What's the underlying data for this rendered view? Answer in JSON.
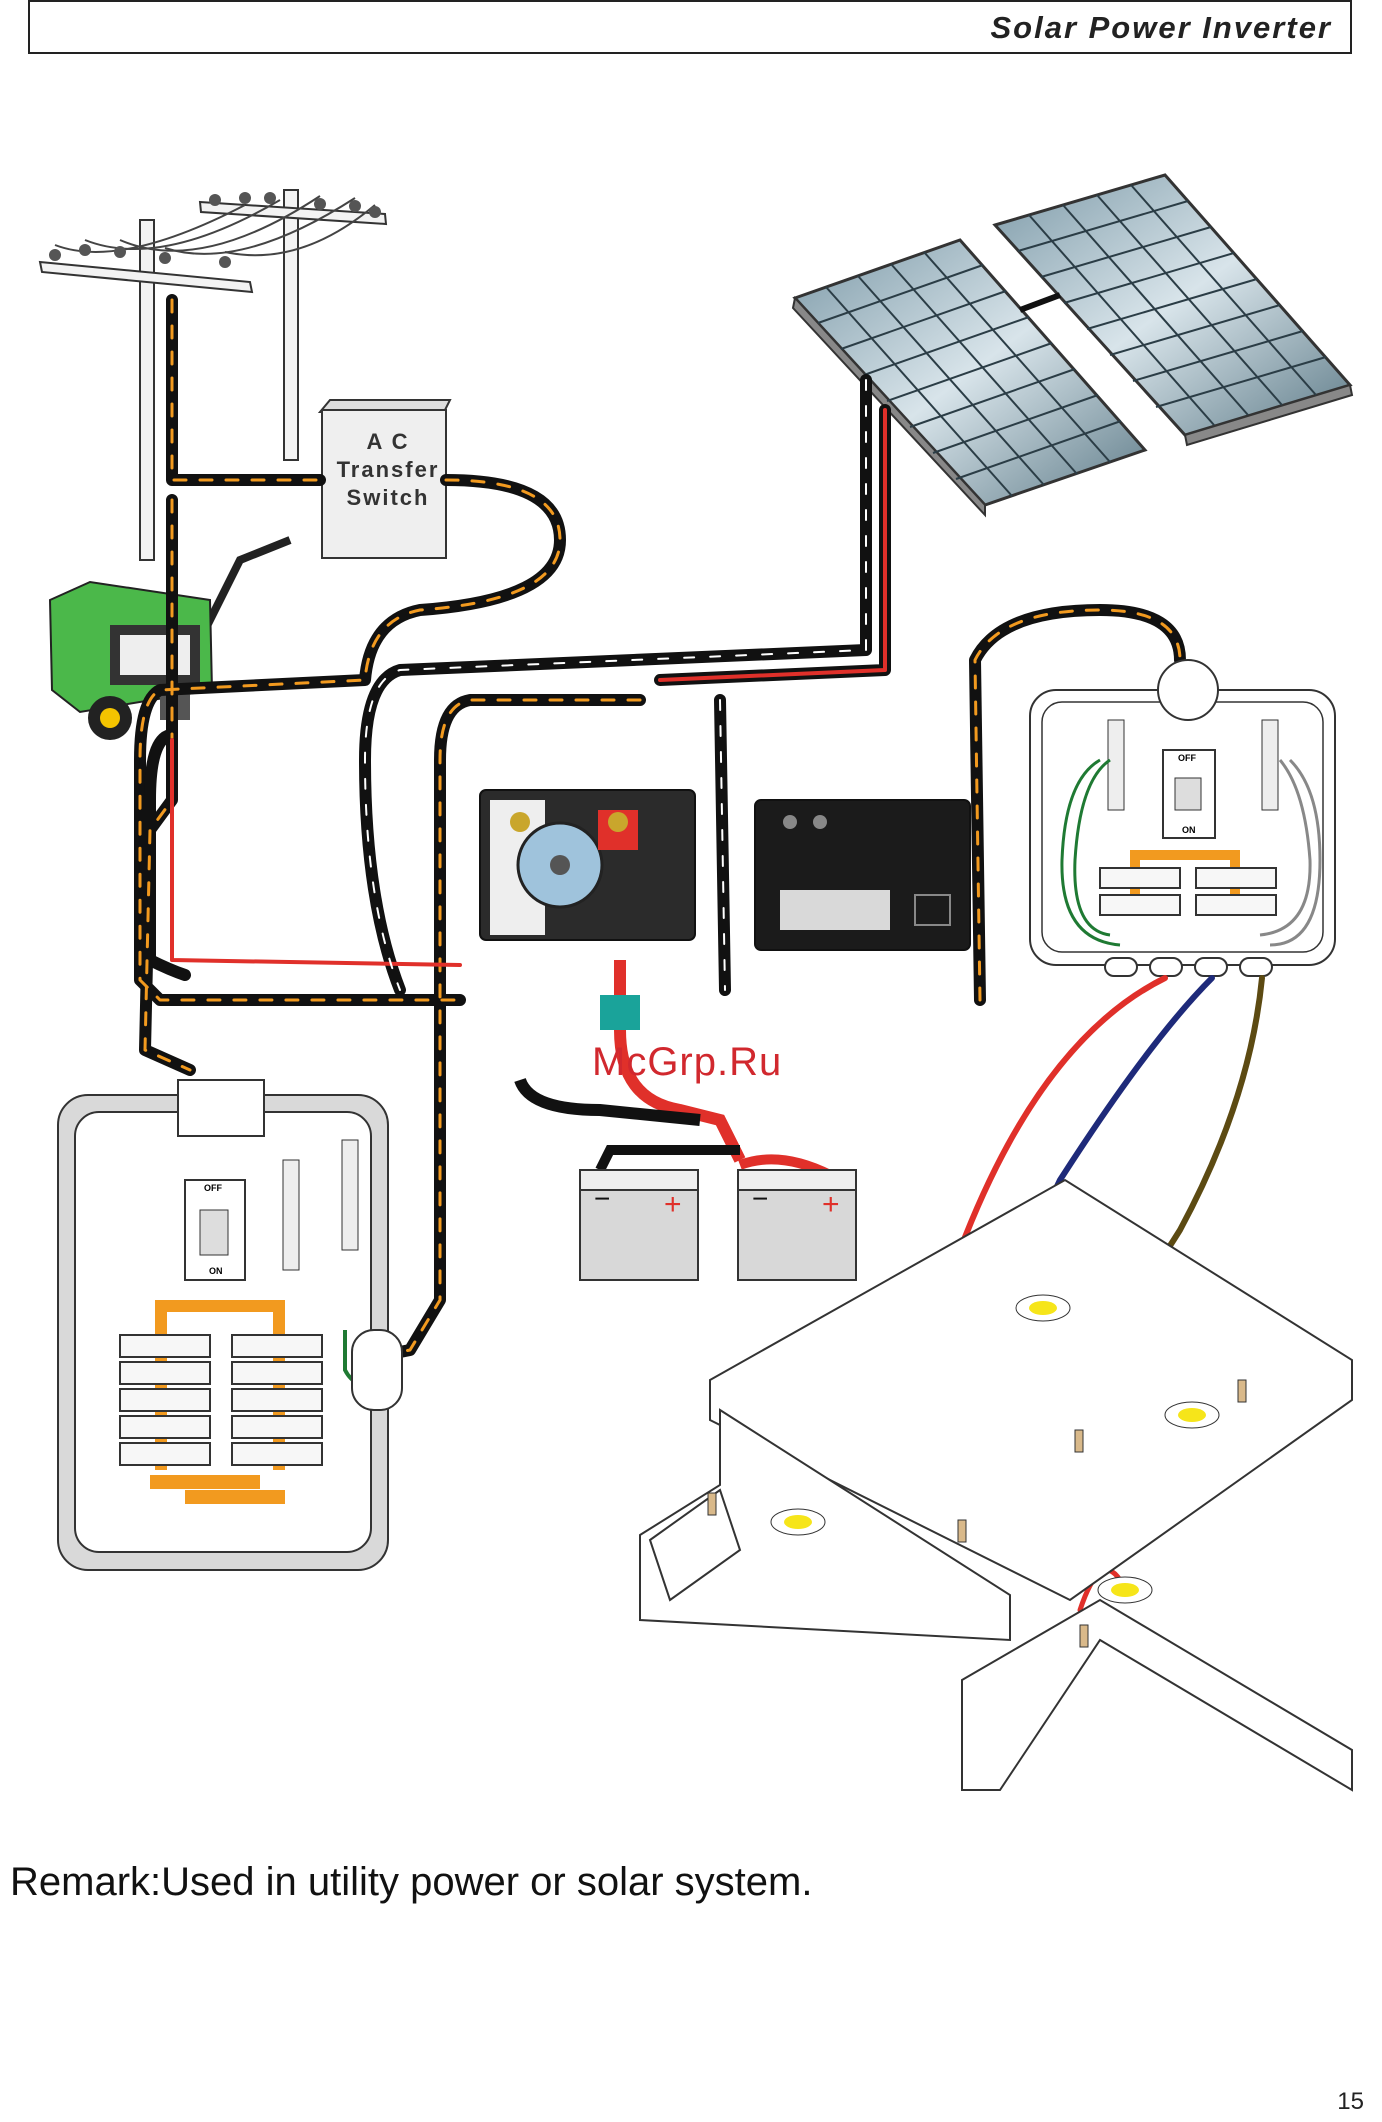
{
  "header": {
    "title": "Solar Power Inverter"
  },
  "ac_transfer_switch": {
    "label_line1": "A C",
    "label_line2": "Transfer",
    "label_line3": "Switch"
  },
  "breaker_labels": {
    "off": "OFF",
    "on": "ON"
  },
  "watermark": "McGrp.Ru",
  "remark": "Remark:Used in utility power or solar system.",
  "page_number": "15",
  "colors": {
    "orange_arrow": "#f29a1f",
    "wire_red": "#e0302a",
    "wire_blue": "#1e2a7a",
    "wire_olive": "#5c4a12",
    "wire_green": "#1f7a33",
    "bulb_yellow": "#f6e51a",
    "generator_green": "#4bb84a"
  }
}
